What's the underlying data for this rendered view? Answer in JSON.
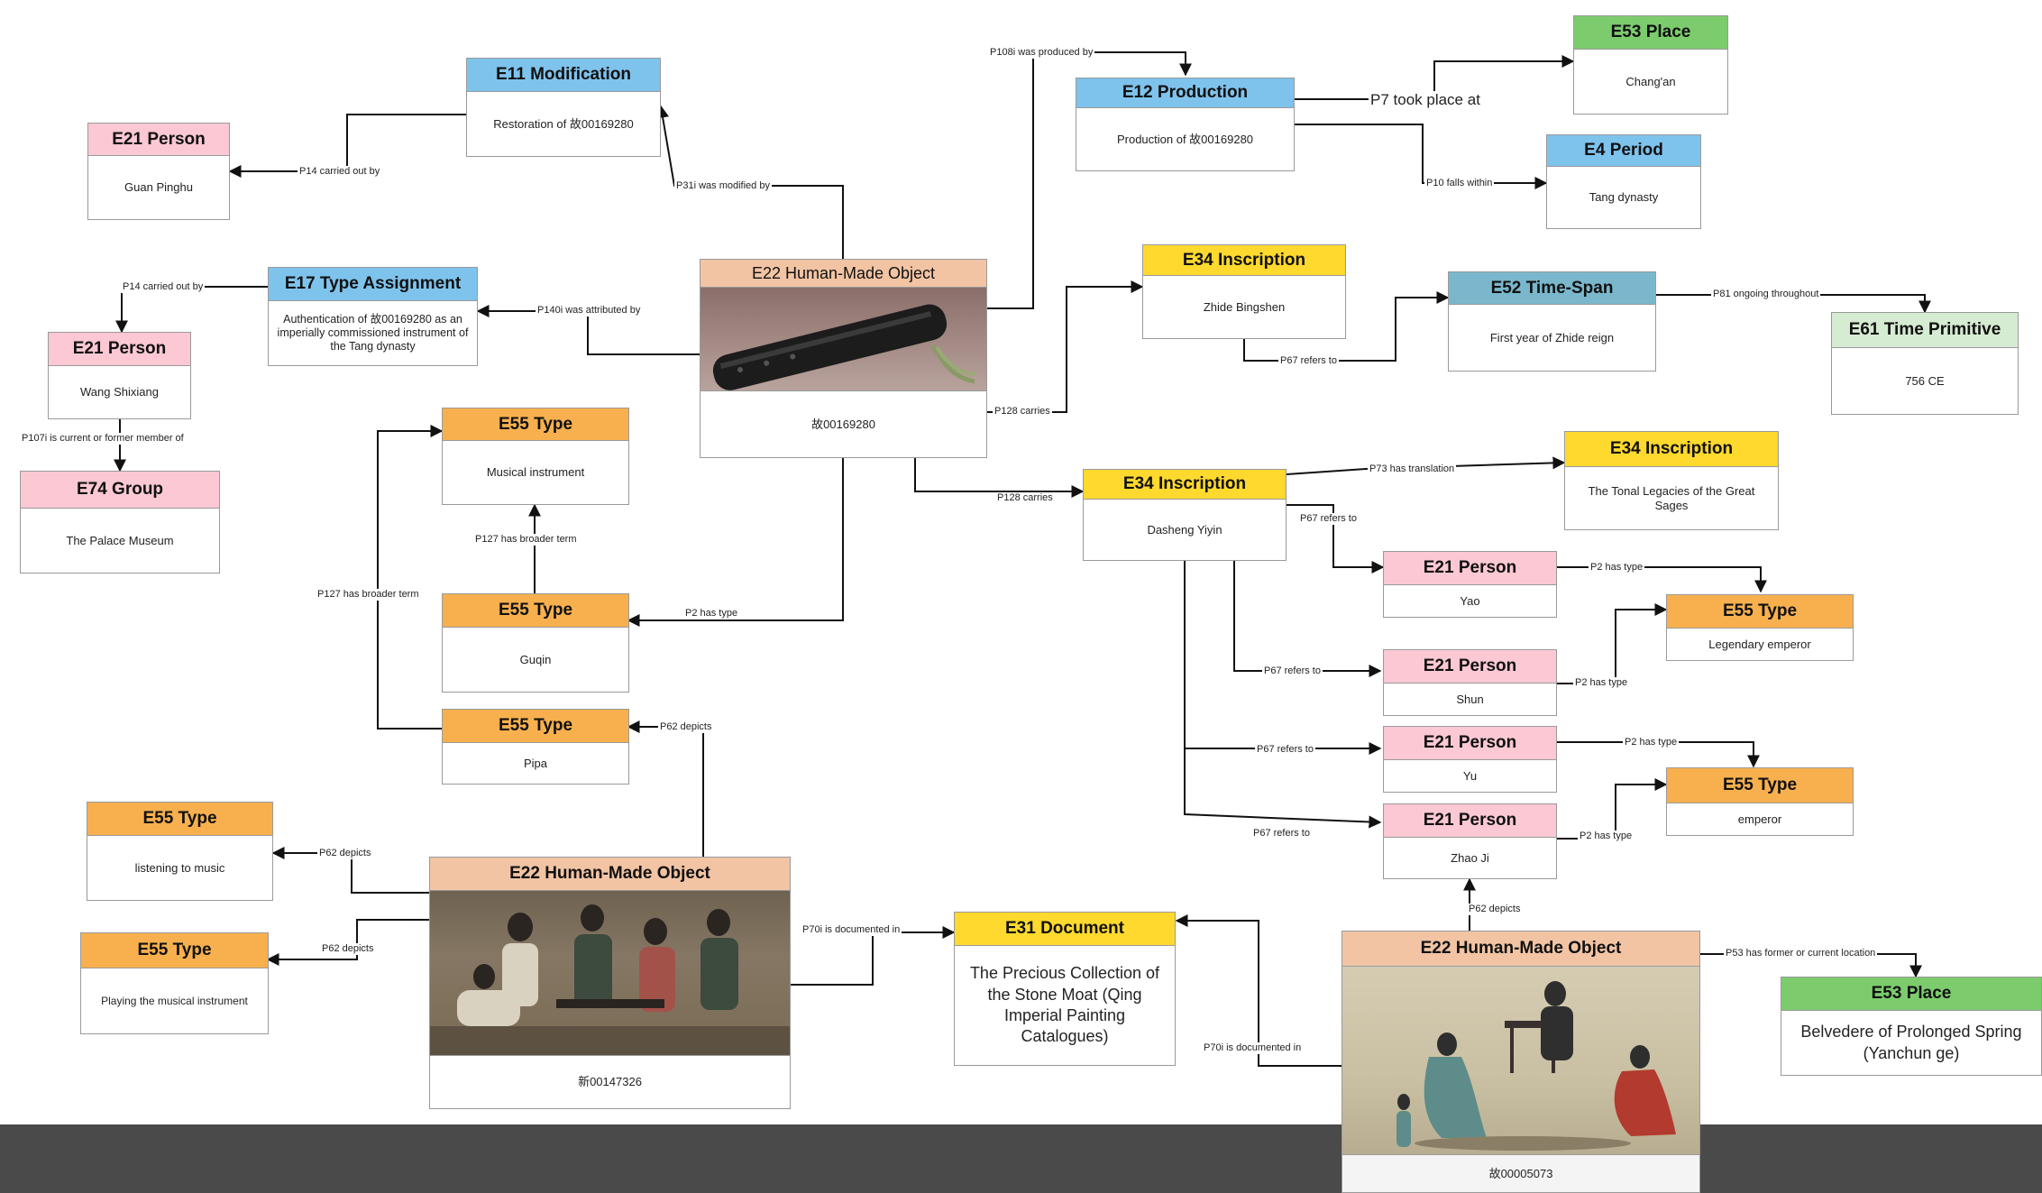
{
  "colors": {
    "pink": "#fbc8d4",
    "blue": "#7ec3ec",
    "green": "#7ccc6e",
    "lightgreen": "#d6ecd2",
    "yellow": "#ffd92e",
    "orange": "#f8b04e",
    "tan": "#f2c4a4",
    "teal": "#7ab7cc",
    "bottom_bar": "#4a4a4a"
  },
  "nodes": {
    "e11_modification": {
      "title": "E11 Modification",
      "text": "Restoration of 故00169280"
    },
    "e21_guan": {
      "title": "E21 Person",
      "text": "Guan Pinghu"
    },
    "e12_production": {
      "title": "E12 Production",
      "text": "Production of 故00169280"
    },
    "e53_changan": {
      "title": "E53 Place",
      "text": "Chang'an"
    },
    "e4_period": {
      "title": "E4 Period",
      "text": "Tang dynasty"
    },
    "e17_type_assignment": {
      "title": "E17 Type Assignment",
      "text": "Authentication of 故00169280 as an imperially commissioned instrument of the Tang dynasty"
    },
    "e21_wang": {
      "title": "E21 Person",
      "text": "Wang Shixiang"
    },
    "e74_group": {
      "title": "E74 Group",
      "text": "The Palace Museum"
    },
    "e22_guqin_obj": {
      "title": "E22 Human-Made Object",
      "text": "故00169280",
      "image": "guqin-instrument-photo"
    },
    "e34_zhide": {
      "title": "E34 Inscription",
      "text": "Zhide Bingshen"
    },
    "e52_timespan": {
      "title": "E52 Time-Span",
      "text": "First year of Zhide reign"
    },
    "e61_time_primitive": {
      "title": "E61 Time Primitive",
      "text": "756 CE"
    },
    "e55_musical": {
      "title": "E55 Type",
      "text": "Musical instrument"
    },
    "e55_guqin": {
      "title": "E55 Type",
      "text": "Guqin"
    },
    "e55_pipa": {
      "title": "E55 Type",
      "text": "Pipa"
    },
    "e34_dasheng": {
      "title": "E34 Inscription",
      "text": "Dasheng Yiyin"
    },
    "e34_tonal": {
      "title": "E34 Inscription",
      "text": "The Tonal Legacies of the Great Sages"
    },
    "e21_yao": {
      "title": "E21 Person",
      "text": "Yao"
    },
    "e55_legendary": {
      "title": "E55 Type",
      "text": "Legendary emperor"
    },
    "e21_shun": {
      "title": "E21 Person",
      "text": "Shun"
    },
    "e21_yu": {
      "title": "E21 Person",
      "text": "Yu"
    },
    "e55_emperor": {
      "title": "E55 Type",
      "text": "emperor"
    },
    "e21_zhaoji": {
      "title": "E21 Person",
      "text": "Zhao Ji"
    },
    "e55_listening": {
      "title": "E55 Type",
      "text": "listening to music"
    },
    "e55_playing": {
      "title": "E55 Type",
      "text": "Playing the musical instrument"
    },
    "e22_painting1": {
      "title": "E22 Human-Made Object",
      "text": "新00147326",
      "image": "court-music-painting"
    },
    "e31_document": {
      "title": "E31 Document",
      "text": "The Precious Collection of the Stone Moat (Qing Imperial Painting Catalogues)"
    },
    "e22_painting2": {
      "title": "E22 Human-Made Object",
      "text": "故00005073",
      "image": "listening-to-qin-painting"
    },
    "e53_belvedere": {
      "title": "E53 Place",
      "text": "Belvedere of Prolonged Spring (Yanchun ge)"
    }
  },
  "edges": {
    "p108i": "P108i was produced by",
    "p7": "P7 took place at",
    "p10": "P10 falls within",
    "p31i": "P31i was modified by",
    "p14_guan": "P14 carried out by",
    "p14_wang": "P14 carried out by",
    "p140i": "P140i was attributed by",
    "p107i": "P107i is current or former member of",
    "p128_zhide": "P128 carries",
    "p67_zhide": "P67 refers to",
    "p81": "P81 ongoing throughout",
    "p128_dasheng": "P128 carries",
    "p73": "P73 has translation",
    "p67_yao": "P67 refers to",
    "p67_shun": "P67 refers to",
    "p67_yu": "P67 refers to",
    "p67_zhao": "P67 refers to",
    "p2_yao": "P2 has type",
    "p2_shun": "P2 has type",
    "p2_yu": "P2 has type",
    "p2_zhao": "P2 has type",
    "p2_guqin": "P2 has type",
    "p127_guqin": "P127 has broader term",
    "p127_pipa": "P127 has broader term",
    "p62_pipa": "P62 depicts",
    "p62_listening": "P62 depicts",
    "p62_playing": "P62 depicts",
    "p70i_1": "P70i is documented in",
    "p70i_2": "P70i is documented in",
    "p62_zhaoji": "P62 depicts",
    "p53": "P53 has former or current location"
  }
}
